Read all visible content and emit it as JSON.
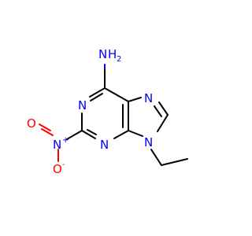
{
  "molecule": {
    "colors": {
      "carbon_bond": "#000000",
      "nitrogen": "#0000ff",
      "oxygen": "#ff0000"
    },
    "atoms": {
      "amine_n": "N",
      "amine_h2": "H",
      "amine_sub2": "2",
      "n1": "N",
      "n3": "N",
      "n7": "N",
      "n9": "N",
      "nitro_n": "N",
      "nitro_plus": "+",
      "nitro_o_left": "O",
      "nitro_o_bottom": "O",
      "nitro_o_minus": "-"
    }
  }
}
